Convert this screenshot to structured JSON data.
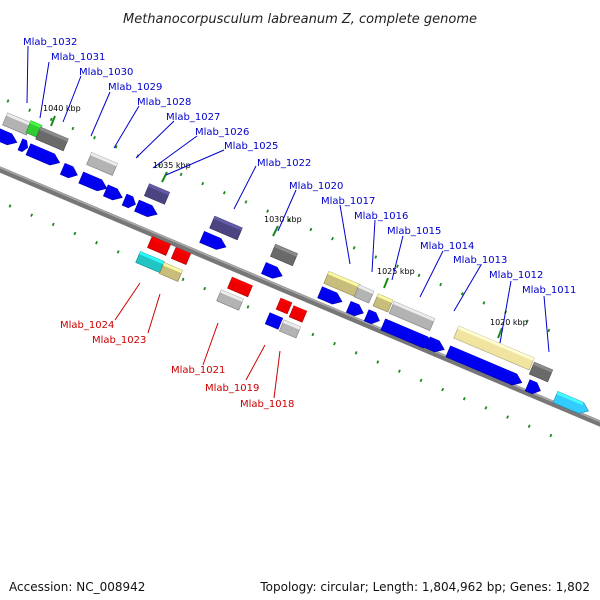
{
  "title": "Methanocorpusculum labreanum Z, complete genome",
  "footer": {
    "accession": "Accession: NC_008942",
    "topology": "Topology: circular; Length: 1,804,962 bp; Genes: 1,802"
  },
  "colors": {
    "blue": "#0000ee",
    "cyan": "#33ccff",
    "red": "#ee0000",
    "gray": "#b3b3b3",
    "darkgray": "#6a6a6a",
    "green": "#33cc33",
    "purple": "#4a4580",
    "khaki": "#c8bd7a",
    "lightyellow": "#f0e4a0",
    "teal": "#22c4c4",
    "forward_label": "#0000cc",
    "reverse_label": "#cc0000",
    "tick": "#1a8a1a"
  },
  "kbp_markers": [
    "1040 kbp",
    "1035 kbp",
    "1030 kbp",
    "1025 kbp",
    "1020 kbp"
  ],
  "forward_genes": [
    "Mlab_1032",
    "Mlab_1031",
    "Mlab_1030",
    "Mlab_1029",
    "Mlab_1028",
    "Mlab_1027",
    "Mlab_1026",
    "Mlab_1025",
    "Mlab_1022",
    "Mlab_1020",
    "Mlab_1017",
    "Mlab_1016",
    "Mlab_1015",
    "Mlab_1014",
    "Mlab_1013",
    "Mlab_1012",
    "Mlab_1011"
  ],
  "reverse_genes": [
    "Mlab_1024",
    "Mlab_1023",
    "Mlab_1021",
    "Mlab_1019",
    "Mlab_1018"
  ]
}
